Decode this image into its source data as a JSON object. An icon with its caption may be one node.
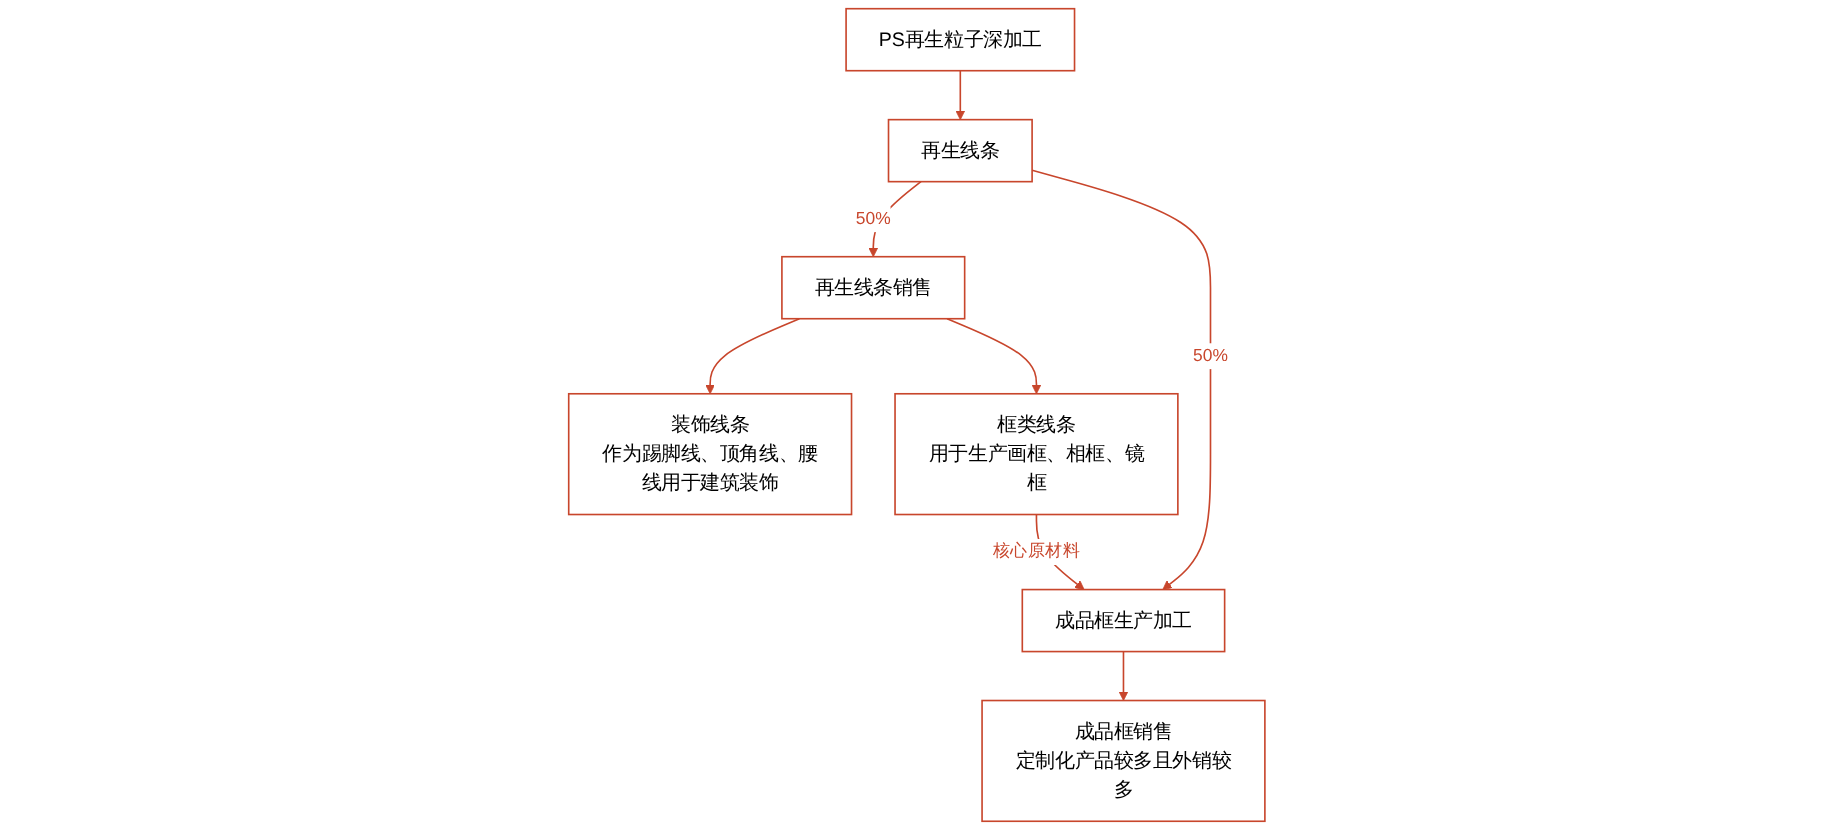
{
  "diagram": {
    "nodes": [
      {
        "text": [
          "PS再生粒子深加工"
        ]
      },
      {
        "text": [
          "再生线条"
        ]
      },
      {
        "text": [
          "再生线条销售"
        ]
      },
      {
        "text": [
          "成品框生产加工"
        ]
      },
      {
        "text": [
          "装饰线条",
          "作为踢脚线、顶角线、腰线用于建筑装饰"
        ]
      },
      {
        "text": [
          "框类线条",
          "用于生产画框、相框、镜框"
        ]
      },
      {
        "text": [
          "成品框销售",
          "定制化产品较多且外销较多"
        ]
      }
    ],
    "edges": [
      {
        "from": 0,
        "to": 1,
        "arrow": "to"
      },
      {
        "from": 1,
        "to": 2,
        "arrow": "to",
        "label": "50%"
      },
      {
        "from": 1,
        "to": 3,
        "arrow": "to",
        "label": "50%"
      },
      {
        "from": 2,
        "to": 4,
        "arrow": "to"
      },
      {
        "from": 2,
        "to": 5,
        "arrow": "to"
      },
      {
        "from": 5,
        "to": 3,
        "arrow": "to",
        "label": "核心原材料"
      },
      {
        "from": 3,
        "to": 6,
        "arrow": "to"
      }
    ]
  }
}
